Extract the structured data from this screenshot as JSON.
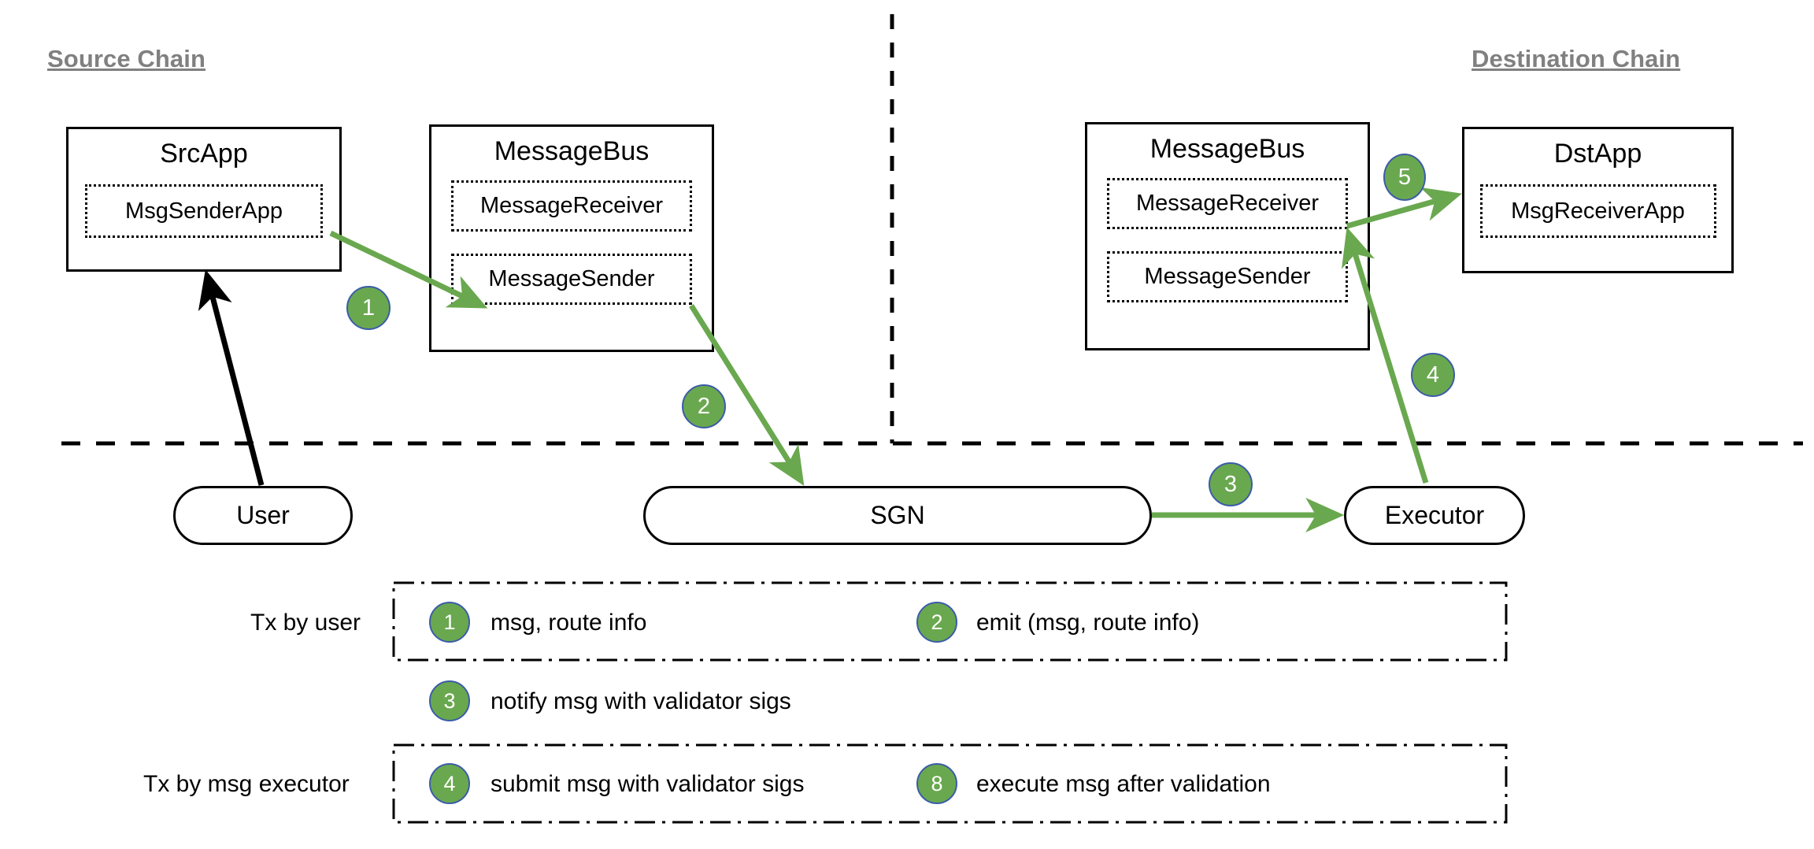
{
  "diagram": {
    "title_source": "Source Chain",
    "title_destination": "Destination Chain",
    "colors": {
      "badge_fill": "#6aa84f",
      "badge_stroke": "#3b5ca8",
      "arrow_green": "#6aa84f",
      "arrow_black": "#000000",
      "chain_title": "#808080"
    },
    "nodes": {
      "src_app": {
        "title": "SrcApp",
        "sub": [
          {
            "label": "MsgSenderApp"
          }
        ]
      },
      "src_message_bus": {
        "title": "MessageBus",
        "sub": [
          {
            "label": "MessageReceiver"
          },
          {
            "label": "MessageSender"
          }
        ]
      },
      "dst_message_bus": {
        "title": "MessageBus",
        "sub": [
          {
            "label": "MessageReceiver"
          },
          {
            "label": "MessageSender"
          }
        ]
      },
      "dst_app": {
        "title": "DstApp",
        "sub": [
          {
            "label": "MsgReceiverApp"
          }
        ]
      },
      "user": {
        "label": "User"
      },
      "sgn": {
        "label": "SGN"
      },
      "executor": {
        "label": "Executor"
      }
    },
    "flow_badges": [
      {
        "id": "badge-1",
        "number": "1"
      },
      {
        "id": "badge-2",
        "number": "2"
      },
      {
        "id": "badge-3",
        "number": "3"
      },
      {
        "id": "badge-4",
        "number": "4"
      },
      {
        "id": "badge-5",
        "number": "5"
      }
    ],
    "legend": {
      "row_labels": {
        "tx_by_user": "Tx by user",
        "tx_by_msg_executor": "Tx by msg executor"
      },
      "items": [
        {
          "number": "1",
          "text": "msg, route info"
        },
        {
          "number": "2",
          "text": "emit (msg, route info)"
        },
        {
          "number": "3",
          "text": "notify msg with validator sigs"
        },
        {
          "number": "4",
          "text": "submit msg with validator sigs"
        },
        {
          "number": "8",
          "text": "execute msg after validation"
        }
      ]
    }
  }
}
